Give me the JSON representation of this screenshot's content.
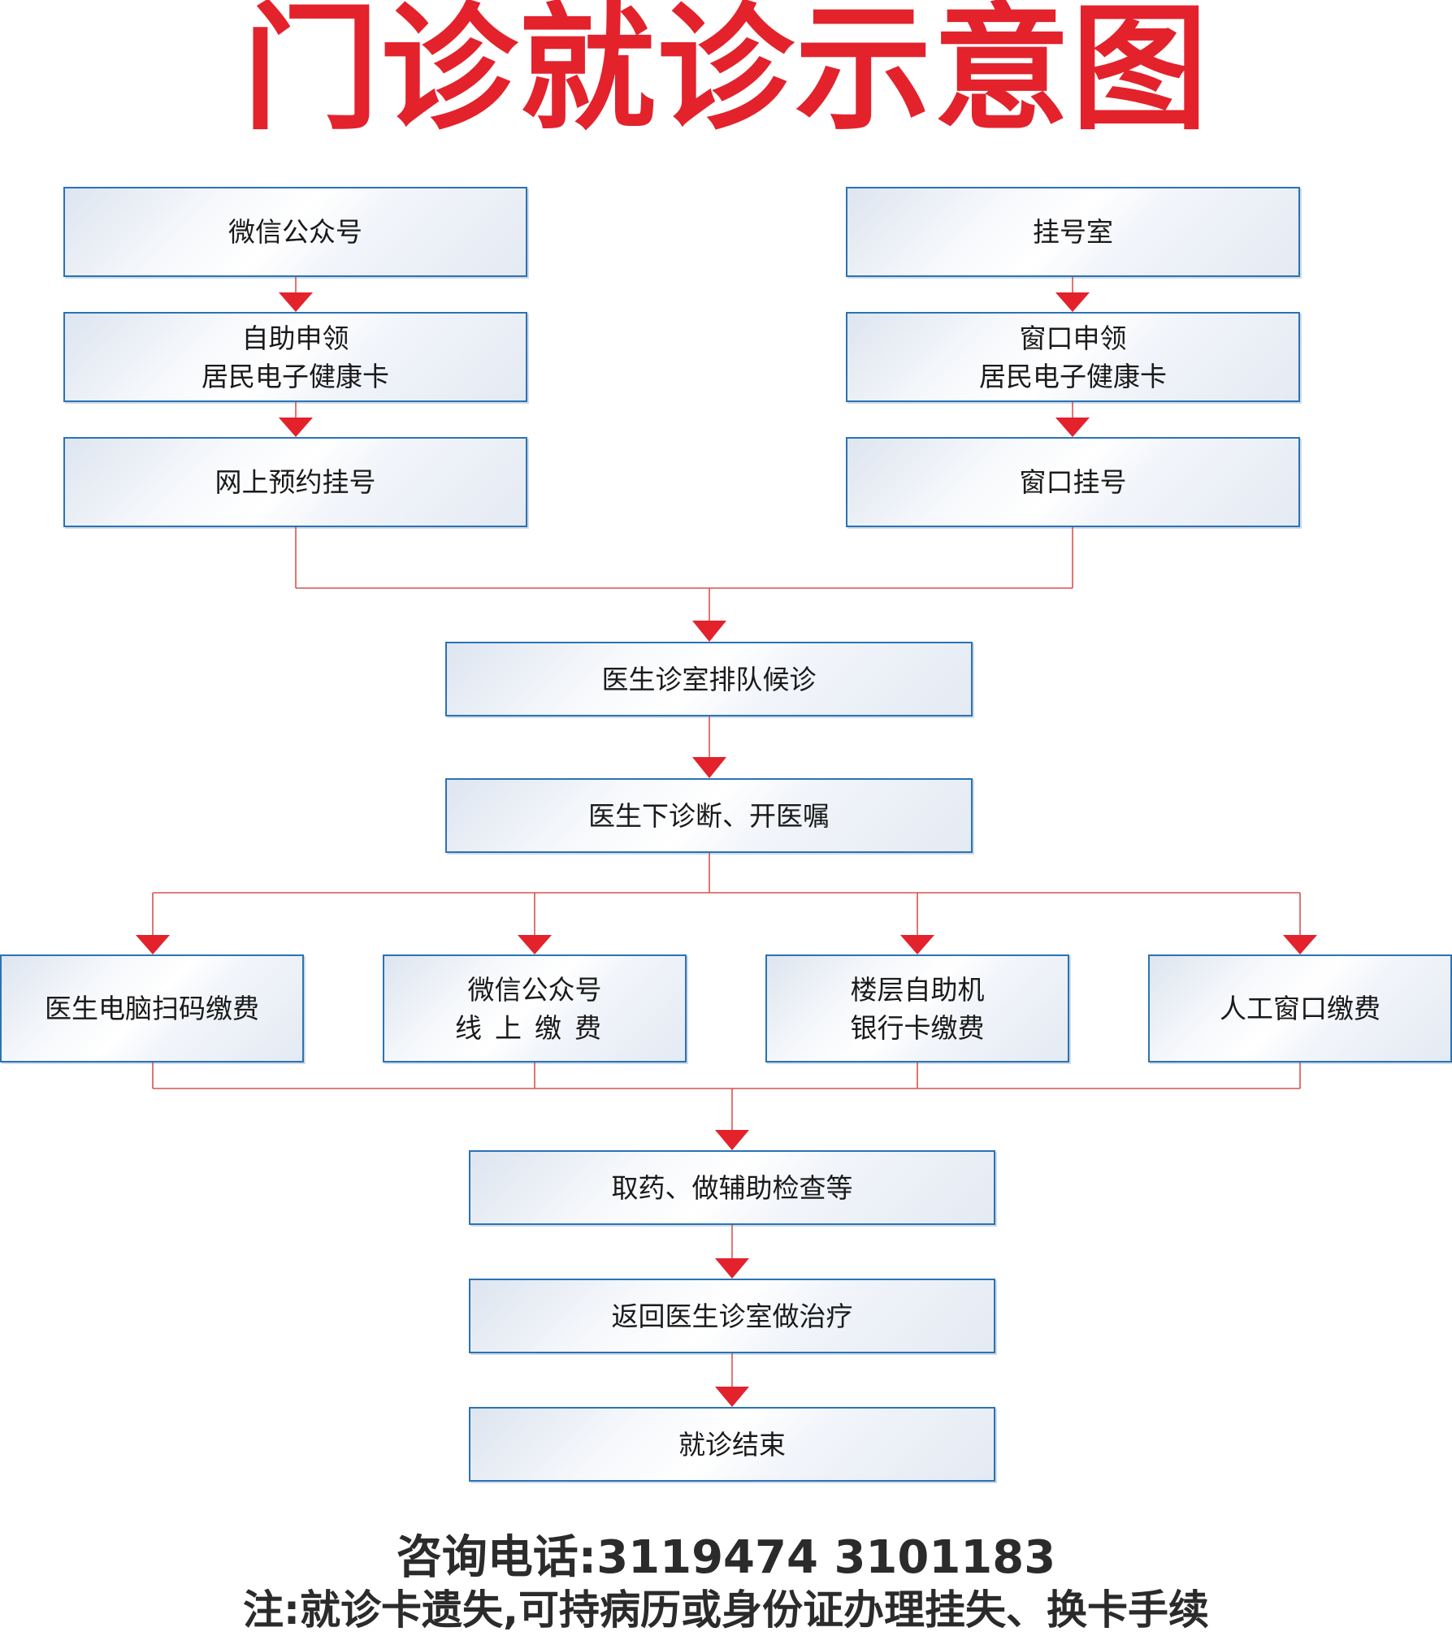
{
  "title": "门诊就诊示意图",
  "colors": {
    "title": "#e3222c",
    "connector": "#d9534f",
    "arrow": "#e3222c",
    "box_border": "#2a73b4"
  },
  "steps": {
    "wechat_account": "微信公众号",
    "self_apply": [
      "自助申领",
      "居民电子健康卡"
    ],
    "online_booking": "网上预约挂号",
    "registration_room": "挂号室",
    "window_apply": [
      "窗口申领",
      "居民电子健康卡"
    ],
    "window_register": "窗口挂号",
    "queue": "医生诊室排队候诊",
    "diagnosis": "医生下诊断、开医嘱",
    "pay_scan": "医生电脑扫码缴费",
    "pay_wechat": [
      "微信公众号",
      "线上缴费"
    ],
    "pay_selfservice": [
      "楼层自助机",
      "银行卡缴费"
    ],
    "pay_window": "人工窗口缴费",
    "medicine_exam": "取药、做辅助检查等",
    "return_treat": "返回医生诊室做治疗",
    "end": "就诊结束"
  },
  "footer": {
    "phone": "咨询电话:3119474  3101183",
    "note": "注:就诊卡遗失,可持病历或身份证办理挂失、换卡手续"
  }
}
